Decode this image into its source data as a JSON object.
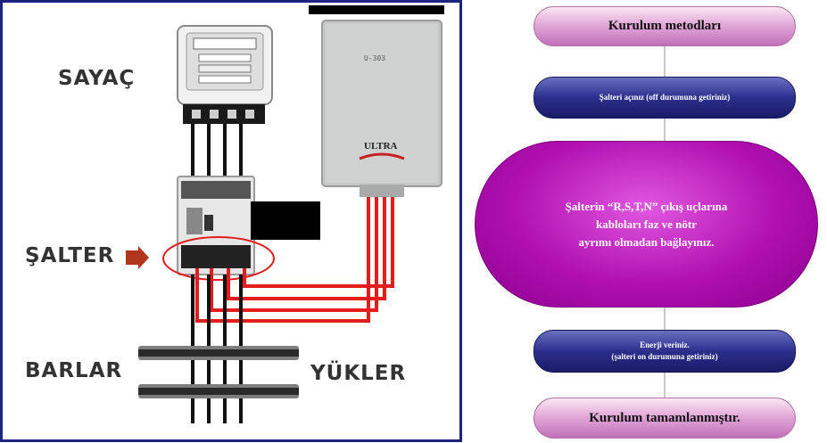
{
  "left_panel": {
    "labels": {
      "sayac": "SAYAÇ",
      "salter": "ŞALTER",
      "barlar": "BARLAR",
      "yukler": "YÜKLER"
    },
    "meter_model": "U-303",
    "brand": "ULTRA",
    "colors": {
      "frame": "#1e2580",
      "wire_red": "#e31c1c",
      "wire_black": "#111111",
      "label": "#333333"
    }
  },
  "flowchart": {
    "steps": [
      {
        "lines": [
          "Kurulum metodları"
        ]
      },
      {
        "lines": [
          "Şalteri açınız (off durumuna getiriniz)"
        ]
      },
      {
        "lines": [
          "Şalterin “R,S,T,N” çıkış uçlarına",
          "kabloları faz ve nötr",
          "ayrımı olmadan bağlayınız."
        ]
      },
      {
        "lines": [
          "Enerji veriniz.",
          "(şalteri on durumuna getiriniz)"
        ]
      },
      {
        "lines": [
          "Kurulum tamamlanmıştır."
        ]
      }
    ],
    "colors": {
      "pink": "#e3a9d8",
      "navy": "#2b2f8c",
      "magenta": "#b010b0",
      "connector": "#c8c8c8"
    }
  }
}
